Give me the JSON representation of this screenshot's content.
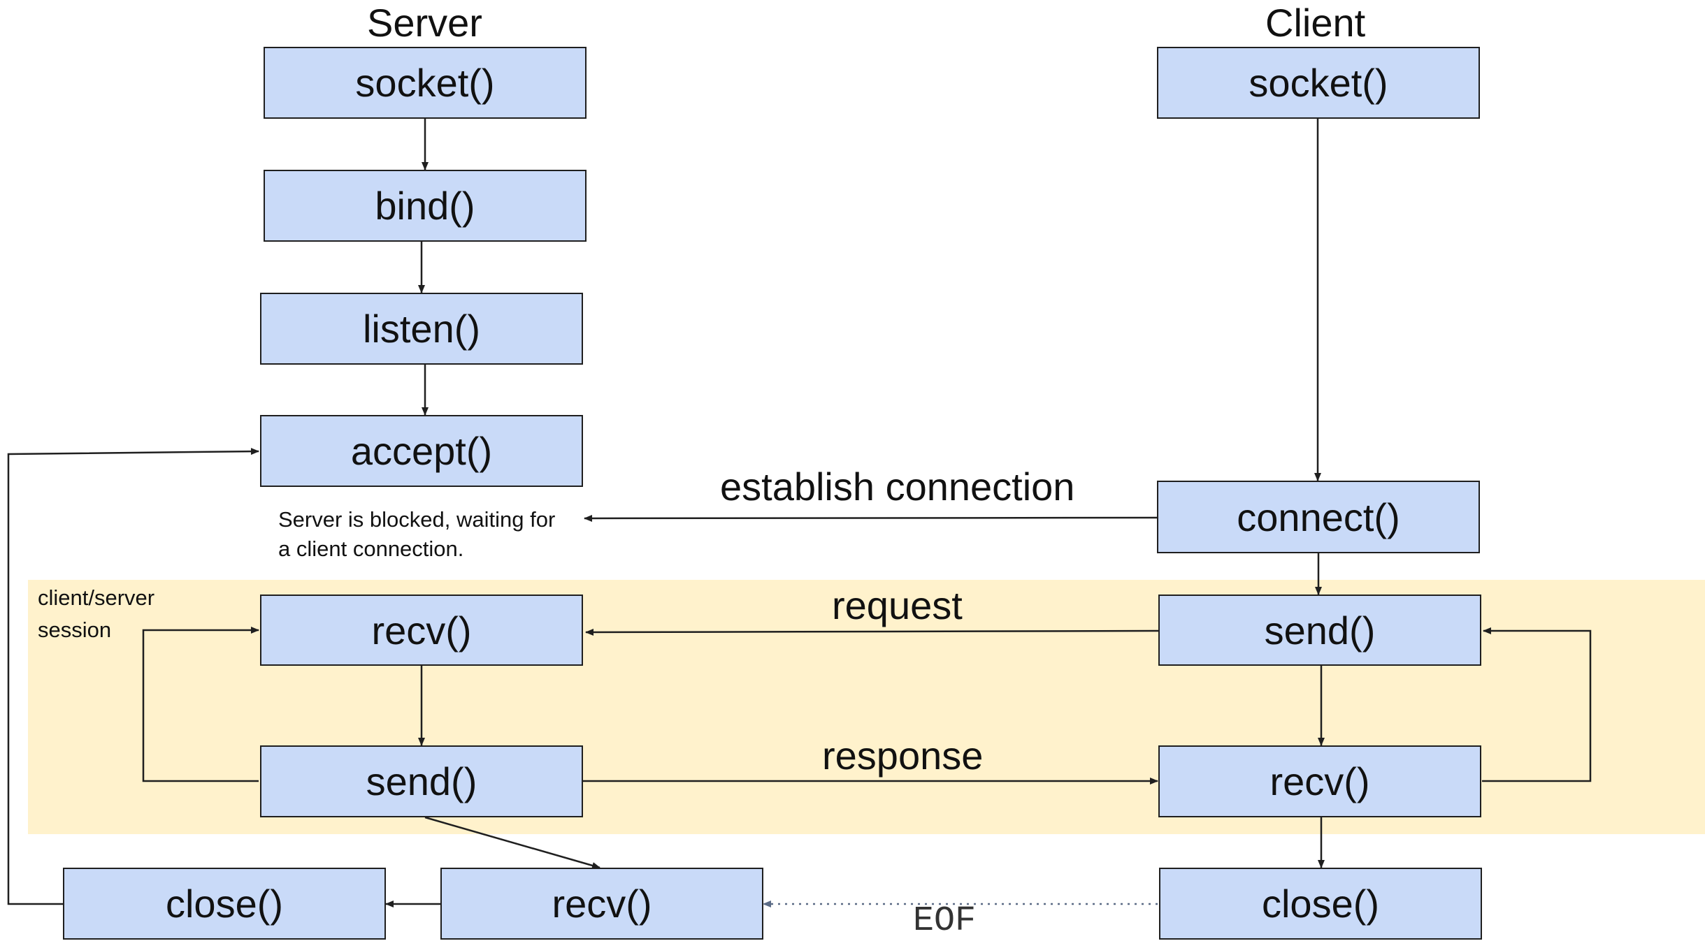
{
  "titles": {
    "server": "Server",
    "client": "Client"
  },
  "server": {
    "socket": "socket()",
    "bind": "bind()",
    "listen": "listen()",
    "accept": "accept()",
    "recv": "recv()",
    "send": "send()",
    "recv_eof": "recv()",
    "close": "close()"
  },
  "client": {
    "socket": "socket()",
    "connect": "connect()",
    "send": "send()",
    "recv": "recv()",
    "close": "close()"
  },
  "notes": {
    "blocked_line1": "Server is blocked, waiting for",
    "blocked_line2": "a client connection.",
    "session_line1": "client/server",
    "session_line2": "session"
  },
  "edges": {
    "establish": "establish connection",
    "request": "request",
    "response": "response",
    "eof": "EOF"
  },
  "colors": {
    "box_fill": "#c9daf8",
    "session_fill": "#fff2cc",
    "stroke": "#1f1f1f",
    "eof_stroke": "#5b6b86"
  }
}
